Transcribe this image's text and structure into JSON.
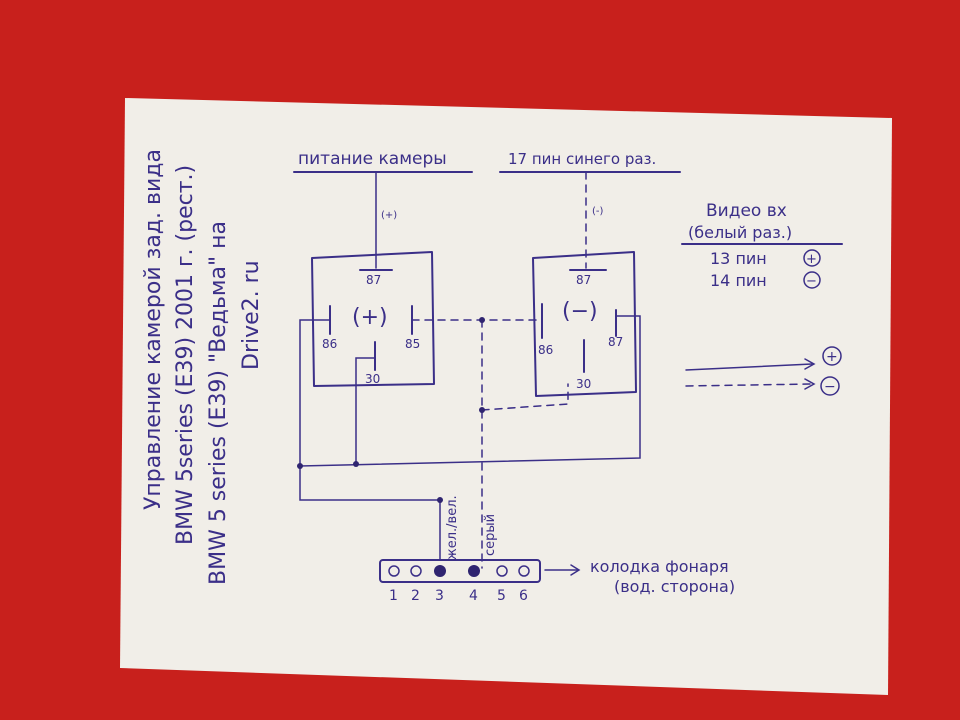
{
  "title": {
    "line1": "Управление камерой зад. вида",
    "line2": "BMW 5series (E39) 2001 г. (рест.)",
    "line3": "BMW 5 series (E39) \"Ведьма\" на",
    "line4": "Drive2. ru"
  },
  "power_label": "питание камеры",
  "pin17_label": "17 пин синего раз.",
  "plus_mark": "(+)",
  "minus_mark": "(-)",
  "video": {
    "line1": "Видео вх",
    "line2": "(белый раз.)",
    "pin13": "13 пин",
    "pin14": "14 пин",
    "plus": "+",
    "minus": "−"
  },
  "relay1": {
    "symbol": "(+)",
    "pin_top": "87",
    "pin_left": "86",
    "pin_right": "85",
    "pin_bottom": "30"
  },
  "relay2": {
    "symbol": "(−)",
    "pin_top": "87",
    "pin_left": "86",
    "pin_right": "87",
    "pin_bottom": "30"
  },
  "wire_labels": {
    "yellow": "жел./вел.",
    "gray": "серый"
  },
  "connector": {
    "label1": "колодка фонаря",
    "label2": "(вод. сторона)",
    "pins": [
      "1",
      "2",
      "3",
      "4",
      "5",
      "6"
    ]
  },
  "legend": {
    "plus": "+",
    "minus": "−"
  }
}
